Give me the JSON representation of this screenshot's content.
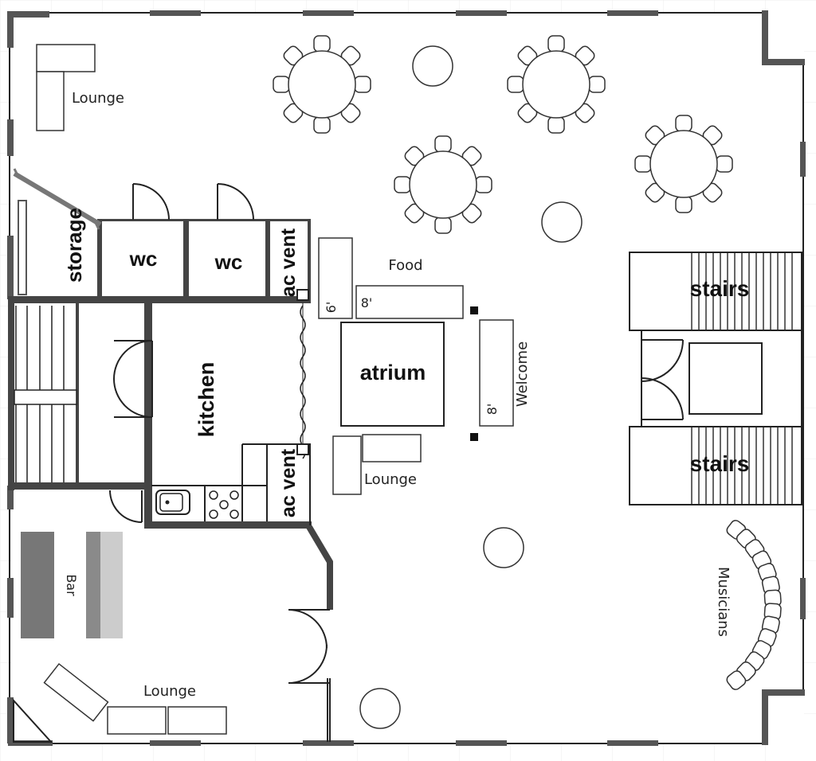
{
  "plan": {
    "rooms": {
      "storage": "storage",
      "wc_left": "wc",
      "wc_right": "wc",
      "ac_vent_top": "ac vent",
      "ac_vent_bottom": "ac vent",
      "kitchen": "kitchen",
      "atrium": "atrium",
      "stairs_top": "stairs",
      "stairs_bottom": "stairs"
    },
    "areas": {
      "lounge_top_left": "Lounge",
      "lounge_center": "Lounge",
      "lounge_bottom": "Lounge",
      "food": "Food",
      "welcome": "Welcome",
      "bar": "Bar",
      "musicians": "Musicians"
    },
    "tables": {
      "six_ft": "6'",
      "eight_ft_food": "8'",
      "eight_ft_welcome": "8'"
    },
    "colors": {
      "wall": "#444444",
      "line": "#222222",
      "bar_dark": "#777777",
      "bar_mid": "#8a8a8a",
      "bar_light": "#cccccc",
      "grid": "#ececec"
    }
  }
}
